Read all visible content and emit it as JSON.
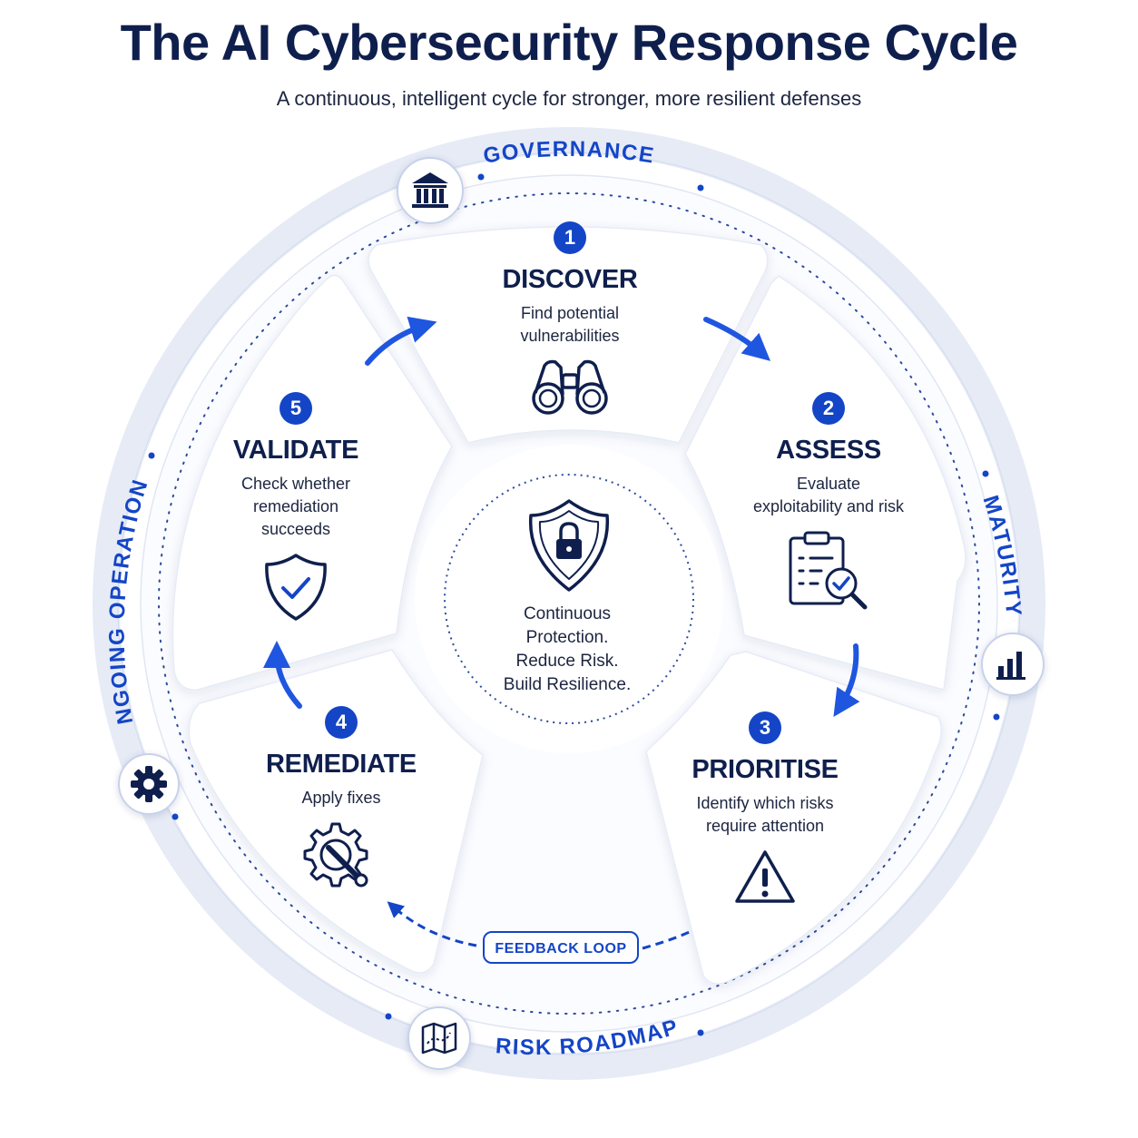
{
  "title": "The AI Cybersecurity Response Cycle",
  "subtitle": "A continuous, intelligent cycle for stronger, more resilient defenses",
  "ring_labels": {
    "governance": "GOVERNANCE",
    "maturity": "MATURITY",
    "risk_roadmap": "RISK ROADMAP",
    "ongoing_operations": "ONGOING OPERATIONS"
  },
  "ring_icons": [
    "bank-icon",
    "bar-chart-icon",
    "map-icon",
    "gear-icon"
  ],
  "steps": [
    {
      "number": "1",
      "title": "DISCOVER",
      "description": "Find potential vulnerabilities",
      "icon": "binoculars-icon"
    },
    {
      "number": "2",
      "title": "ASSESS",
      "description": "Evaluate exploitability and risk",
      "icon": "clipboard-magnifier-icon"
    },
    {
      "number": "3",
      "title": "PRIORITISE",
      "description": "Identify which risks require attention",
      "icon": "warning-icon"
    },
    {
      "number": "4",
      "title": "REMEDIATE",
      "description": "Apply fixes",
      "icon": "gear-wrench-icon"
    },
    {
      "number": "5",
      "title": "VALIDATE",
      "description": "Check whether remediation succeeds",
      "icon": "shield-check-icon"
    }
  ],
  "center": {
    "icon": "shield-lock-icon",
    "lines": [
      "Continuous",
      "Protection.",
      "Reduce Risk.",
      "Build Resilience."
    ]
  },
  "feedback_label": "FEEDBACK LOOP",
  "colors": {
    "accent": "#1445c6",
    "navy": "#0f1f4d",
    "ring": "#e4e9f6",
    "panel": "#ffffff"
  }
}
